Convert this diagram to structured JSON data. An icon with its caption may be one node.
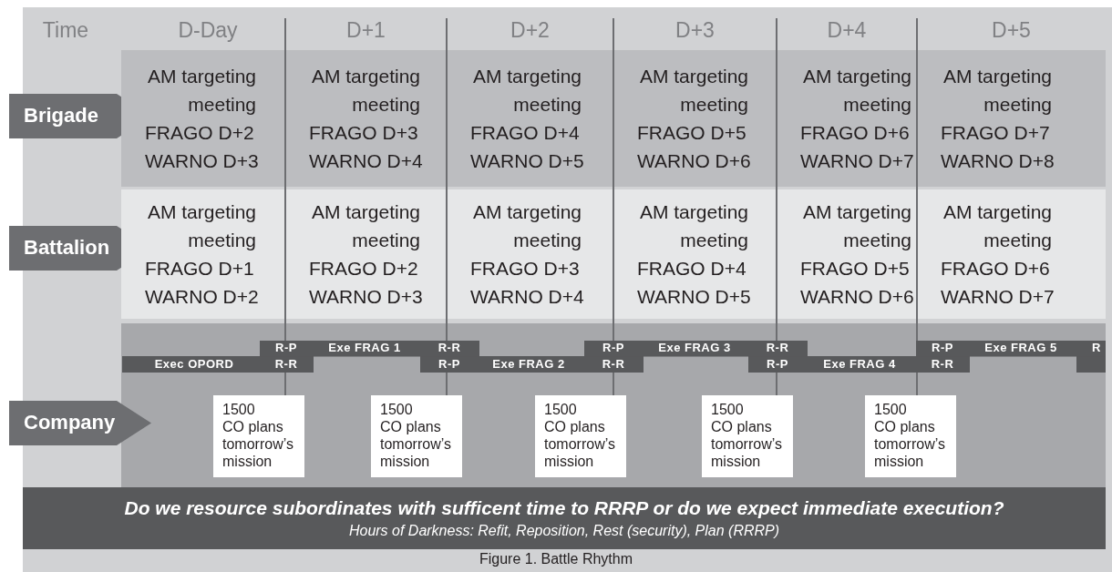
{
  "diagram": {
    "caption": "Figure 1. Battle Rhythm",
    "nodes": [
      {
        "text": [
          "Brigade"
        ]
      },
      {
        "text": [
          "AM targeting meeting",
          "FRAGO D+2",
          "WARNO D+3"
        ]
      },
      {
        "text": [
          "AM targeting meeting",
          "FRAGO D+3",
          "WARNO D+4"
        ]
      },
      {
        "text": [
          "AM targeting meeting",
          "FRAGO D+4",
          "WARNO D+5"
        ]
      },
      {
        "text": [
          "AM targeting meeting",
          "FRAGO D+5",
          "WARNO D+6"
        ]
      },
      {
        "text": [
          "AM targeting meeting",
          "FRAGO D+6",
          "WARNO D+7"
        ]
      },
      {
        "text": [
          "AM targeting meeting",
          "FRAGO D+7",
          "WARNO D+8"
        ]
      },
      {
        "text": [
          "Battalion"
        ]
      },
      {
        "text": [
          "AM targeting meeting",
          "FRAGO D+1",
          "WARNO D+2"
        ]
      },
      {
        "text": [
          "AM targeting meeting",
          "FRAGO D+2",
          "WARNO D+3"
        ]
      },
      {
        "text": [
          "AM targeting meeting",
          "FRAGO D+3",
          "WARNO D+4"
        ]
      },
      {
        "text": [
          "AM targeting meeting",
          "FRAGO D+4",
          "WARNO D+5"
        ]
      },
      {
        "text": [
          "AM targeting meeting",
          "FRAGO D+5",
          "WARNO D+6"
        ]
      },
      {
        "text": [
          "AM targeting meeting",
          "FRAGO D+6",
          "WARNO D+7"
        ]
      },
      {
        "text": [
          "Company"
        ]
      },
      {
        "text": [
          "1500",
          "CO plans tomorrow’s mission"
        ]
      },
      {
        "text": [
          "1500",
          "CO plans tomorrow’s mission"
        ]
      },
      {
        "text": [
          "1500",
          "CO plans tomorrow’s mission"
        ]
      },
      {
        "text": [
          "1500",
          "CO plans tomorrow’s mission"
        ]
      },
      {
        "text": [
          "1500",
          "CO plans tomorrow’s mission"
        ]
      },
      {
        "text": [
          "Do we resource subordinates with sufficent time to RRRP or do we expect immediate execution?",
          "Hours of Darkness: Refit, Reposition, Rest (security), Plan (RRRP)"
        ]
      }
    ],
    "labels": [
      "Time",
      "D-Day",
      "D+1",
      "D+2",
      "D+3",
      "D+4",
      "D+5",
      "Exec OPORD",
      "R-P",
      "R-R",
      "Exe FRAG 1",
      "R-R",
      "R-P",
      "Exe FRAG 2",
      "R-P",
      "R-R",
      "Exe FRAG 3",
      "R-R",
      "R-P",
      "Exe FRAG 4",
      "R-P",
      "R-R",
      "Exe FRAG 5",
      "R"
    ]
  }
}
